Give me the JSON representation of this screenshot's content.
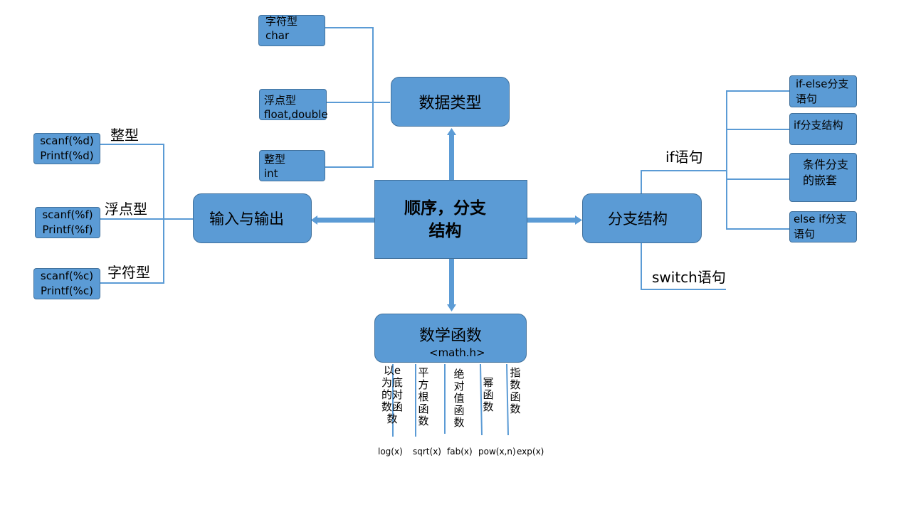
{
  "center": {
    "label": "顺序，分支\n结构"
  },
  "data_types": {
    "title": "数据类型",
    "items": [
      {
        "line1": "字符型",
        "line2": "char"
      },
      {
        "line1": "浮点型",
        "line2": "float,double"
      },
      {
        "line1": "整型",
        "line2": "int"
      }
    ]
  },
  "io": {
    "title": "输入与输出",
    "categories": [
      "整型",
      "浮点型",
      "字符型"
    ],
    "boxes": [
      {
        "line1": "scanf(%d)",
        "line2": "Printf(%d)"
      },
      {
        "line1": "scanf(%f)",
        "line2": "Printf(%f)"
      },
      {
        "line1": "scanf(%c)",
        "line2": "Printf(%c)"
      }
    ]
  },
  "branch": {
    "title": "分支结构",
    "if_label": "if语句",
    "switch_label": "switch语句",
    "if_items": [
      "if-else分支语句",
      "if分支结构",
      "条件分支的嵌套",
      "else if分支语句"
    ]
  },
  "math": {
    "title": "数学函数",
    "header": "<math.h>",
    "descs": [
      "以e为底的对数函数",
      "平方根函数",
      "绝对值函数",
      "幂函数",
      "指数函数"
    ],
    "funcs": [
      "log(x)",
      "sqrt(x)",
      "fab(x)",
      "pow(x,n)",
      "exp(x)"
    ]
  },
  "colors": {
    "box_fill": "#5b9bd5",
    "box_border": "#41719c",
    "line": "#5b9bd5"
  }
}
